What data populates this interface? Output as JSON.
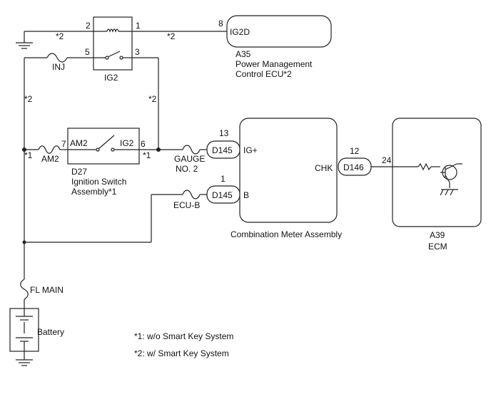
{
  "ig2_relay": {
    "name": "IG2",
    "pin_2": "2",
    "pin_1": "1",
    "pin_5": "5",
    "pin_3": "3",
    "note_ground_left": "*2",
    "note_to_ecu": "*2"
  },
  "inj_fuse": {
    "label": "INJ"
  },
  "power_mgmt_ecu": {
    "pin": "8",
    "terminal": "IG2D",
    "code": "A35",
    "name_line1": "Power Management",
    "name_line2": "Control ECU*2"
  },
  "wire_notes": {
    "left_vertical": "*2",
    "right_vertical": "*2",
    "left_junction": "*1",
    "right_junction": "*1"
  },
  "am2_fuse": {
    "label": "AM2"
  },
  "ignition_switch": {
    "pin_left": "7",
    "pin_right": "6",
    "terminal_left": "AM2",
    "terminal_right": "IG2",
    "code": "D27",
    "name_line1": "Ignition Switch",
    "name_line2": "Assembly*1"
  },
  "gauge_fuse": {
    "label_line1": "GAUGE",
    "label_line2": "NO. 2"
  },
  "ecub_fuse": {
    "label": "ECU-B"
  },
  "combination_meter": {
    "connector_ig": "D145",
    "pin_ig": "13",
    "terminal_ig": "IG+",
    "connector_b": "D145",
    "pin_b": "1",
    "terminal_b": "B",
    "connector_chk": "D146",
    "pin_chk": "12",
    "terminal_chk": "CHK",
    "name": "Combination Meter Assembly"
  },
  "ecm": {
    "pin": "24",
    "wire_color": "W",
    "code": "A39",
    "name": "ECM"
  },
  "fl_main": {
    "label": "FL MAIN"
  },
  "battery": {
    "label": "Battery"
  },
  "notes": {
    "note1": "*1: w/o Smart Key System",
    "note2": "*2: w/ Smart Key System"
  }
}
